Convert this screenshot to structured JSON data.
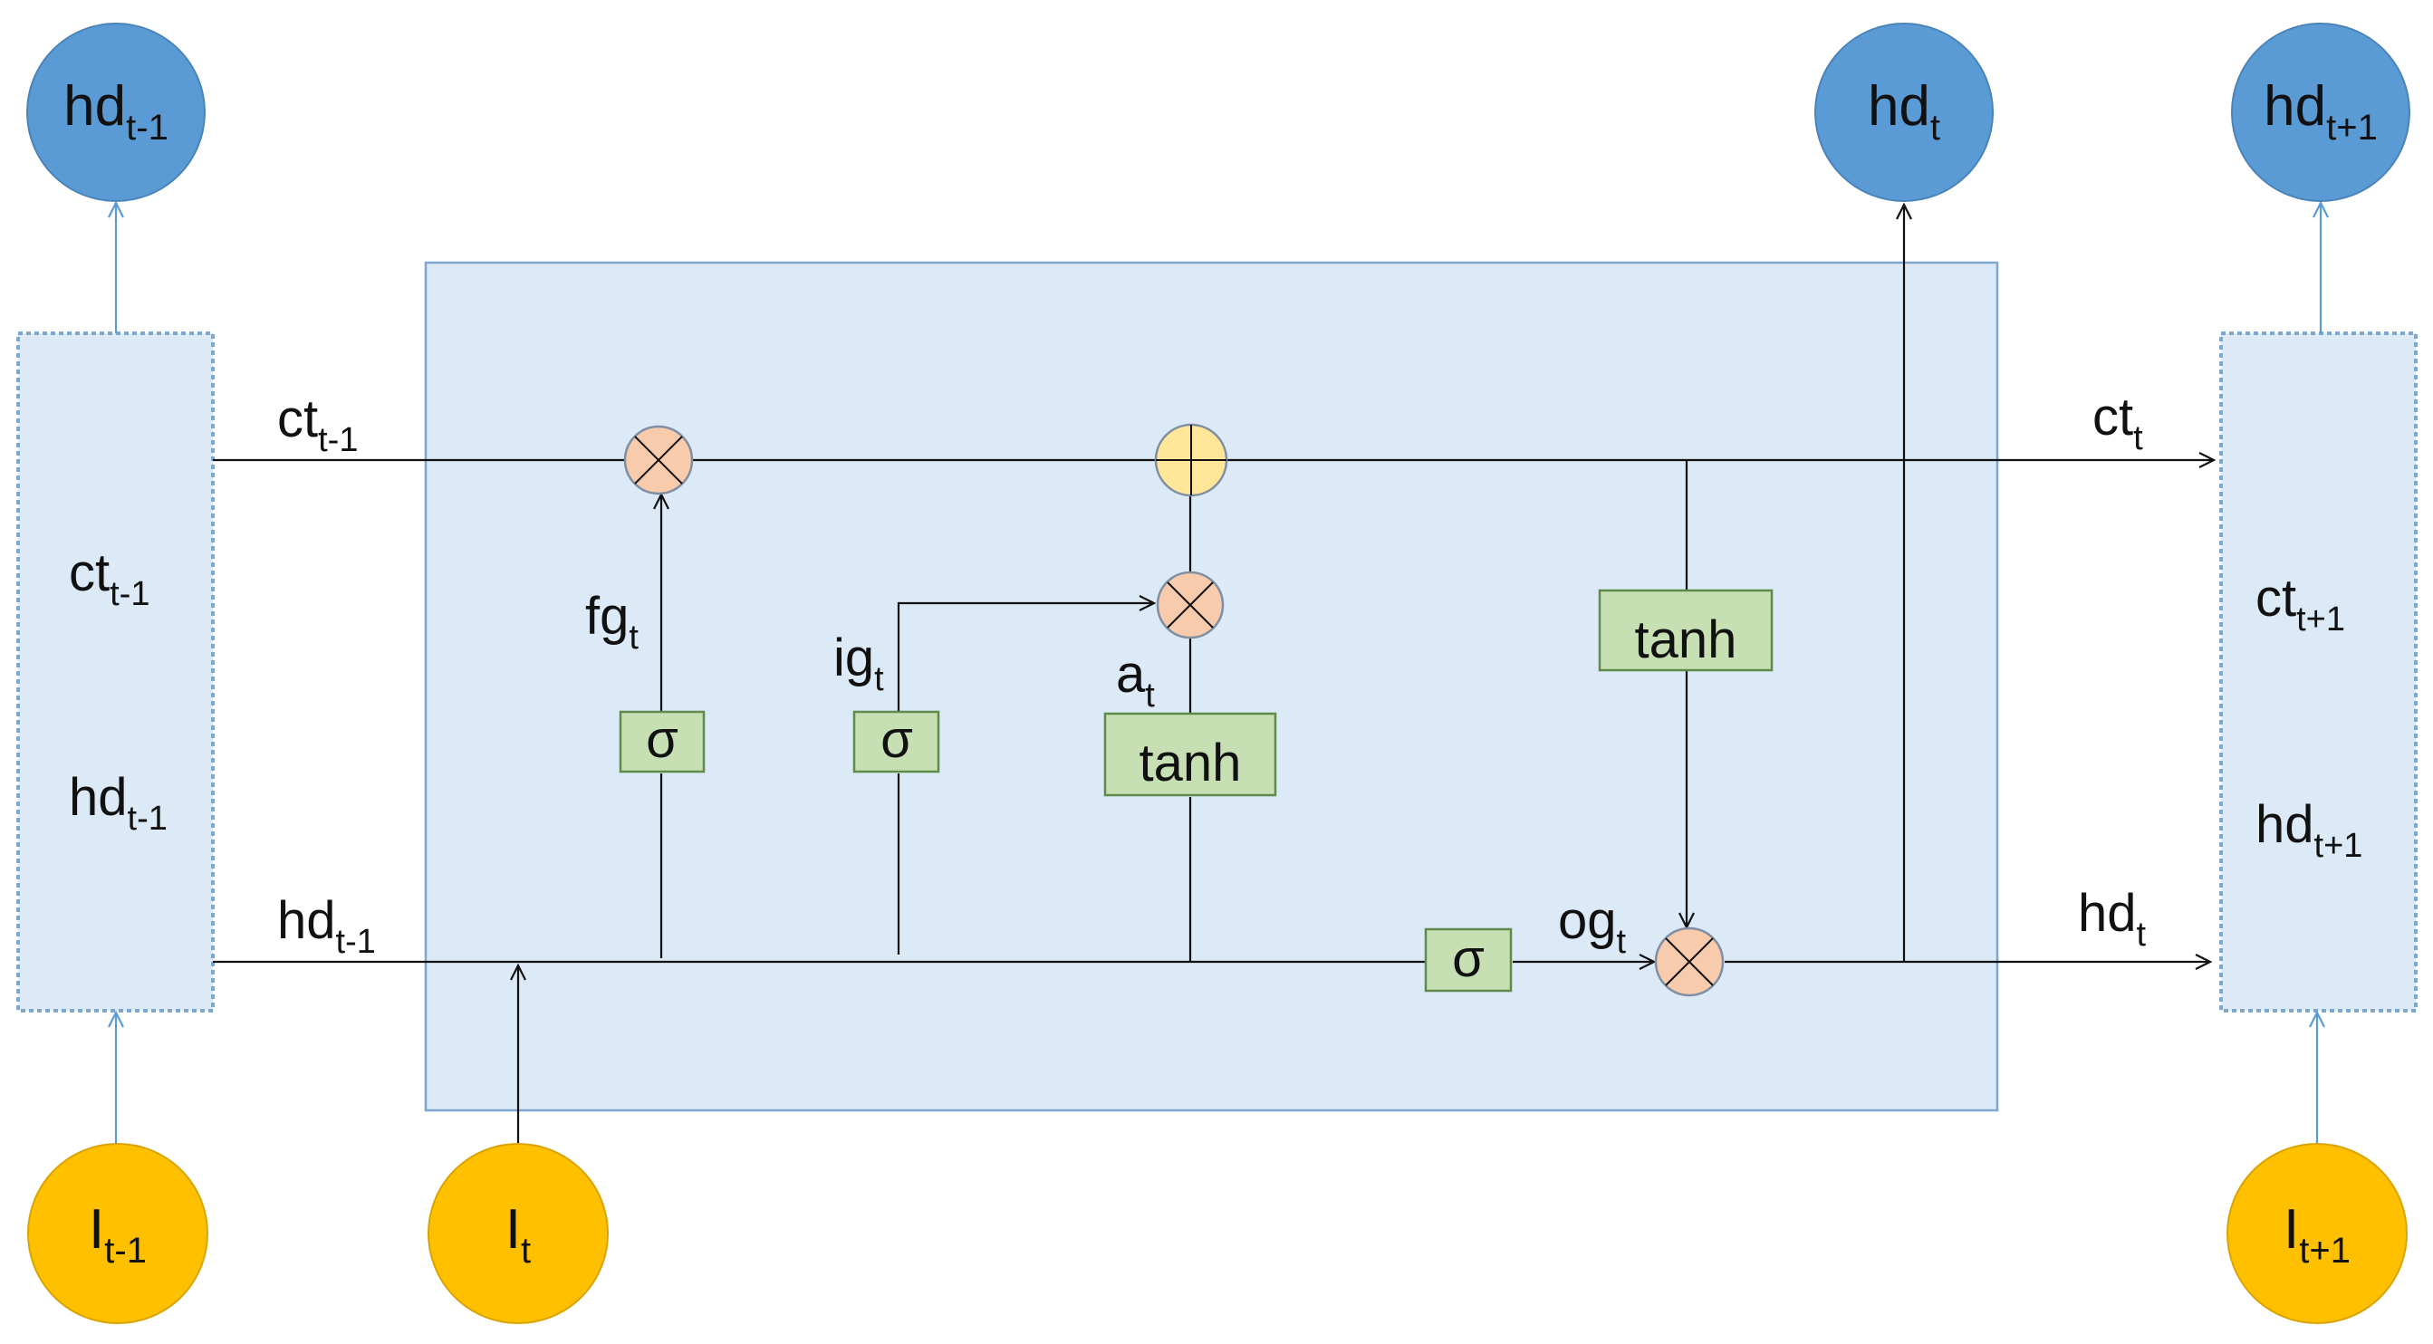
{
  "colors": {
    "cell_fill": "#dce9f6",
    "cell_border": "#7fa6cf",
    "output_node": "#5b9bd5",
    "input_node": "#ffc000",
    "gate_box": "#c6e0b4",
    "gate_border": "#5f8a4a",
    "multiply_op": "#f8cbad",
    "add_op": "#ffe699",
    "line": "#111111",
    "blue_line": "#5b9bd5"
  },
  "nodes": {
    "hd_prev_out": {
      "base": "hd",
      "sub": "t-1"
    },
    "hd_cur_out": {
      "base": "hd",
      "sub": "t"
    },
    "hd_next_out": {
      "base": "hd",
      "sub": "t+1"
    },
    "i_prev": {
      "base": "I",
      "sub": "t-1"
    },
    "i_cur": {
      "base": "I",
      "sub": "t"
    },
    "i_next": {
      "base": "I",
      "sub": "t+1"
    }
  },
  "side_cells": {
    "left": {
      "c": {
        "base": "ct",
        "sub": "t-1"
      },
      "h": {
        "base": "hd",
        "sub": "t-1"
      }
    },
    "right": {
      "c": {
        "base": "ct",
        "sub": "t+1"
      },
      "h": {
        "base": "hd",
        "sub": "t+1"
      }
    }
  },
  "line_labels": {
    "ct_in": {
      "base": "ct",
      "sub": "t-1"
    },
    "hd_in": {
      "base": "hd",
      "sub": "t-1"
    },
    "ct_out": {
      "base": "ct",
      "sub": "t"
    },
    "hd_out": {
      "base": "hd",
      "sub": "t"
    },
    "fg": {
      "base": "fg",
      "sub": "t"
    },
    "ig": {
      "base": "ig",
      "sub": "t"
    },
    "a": {
      "base": "a",
      "sub": "t"
    },
    "og": {
      "base": "og",
      "sub": "t"
    }
  },
  "gates": {
    "forget_sigma": "σ",
    "input_sigma": "σ",
    "output_sigma": "σ",
    "candidate_tanh": "tanh",
    "cell_tanh": "tanh"
  },
  "icons": {
    "multiply": "multiply-op-icon",
    "add": "add-op-icon",
    "arrow": "arrow-head-icon"
  }
}
